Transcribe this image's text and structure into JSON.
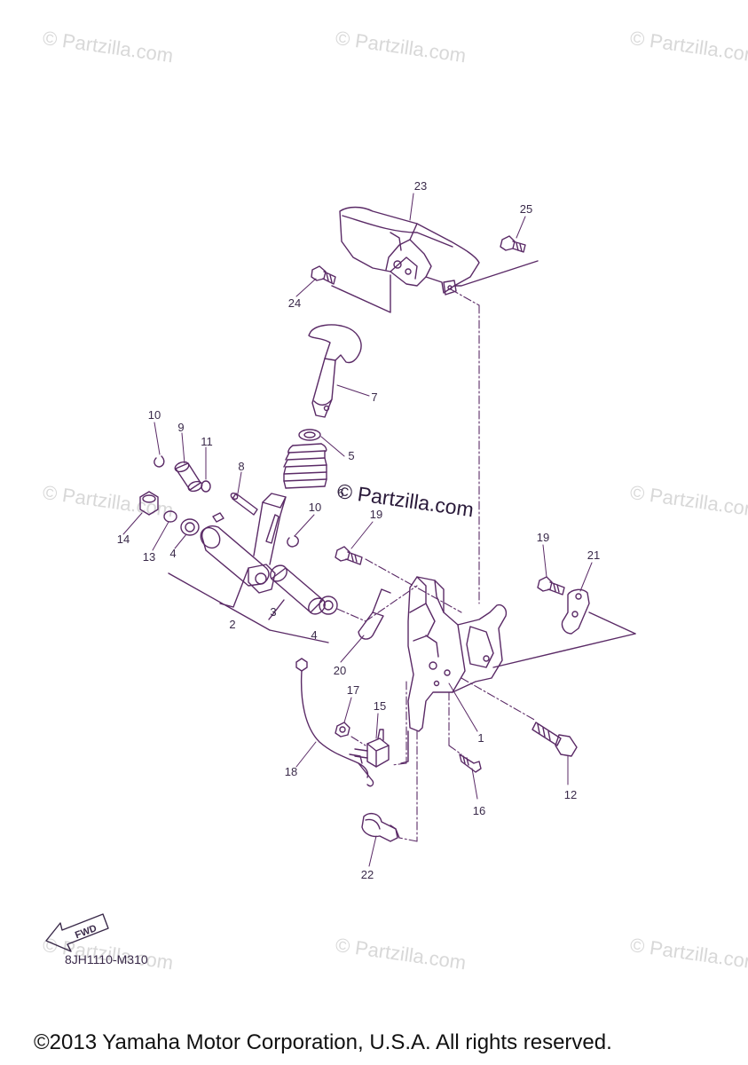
{
  "watermark_text": "© Partzilla.com",
  "diagram_code": "8JH1110-M310",
  "fwd_label": "FWD",
  "copyright": "©2013 Yamaha Motor Corporation, U.S.A. All rights reserved.",
  "colors": {
    "line": "#5a2a66",
    "watermark": "#d8d8d8"
  },
  "callouts": [
    {
      "id": "c23",
      "text": "23"
    },
    {
      "id": "c25",
      "text": "25"
    },
    {
      "id": "c24",
      "text": "24"
    },
    {
      "id": "c7",
      "text": "7"
    },
    {
      "id": "c10a",
      "text": "10"
    },
    {
      "id": "c9",
      "text": "9"
    },
    {
      "id": "c11",
      "text": "11"
    },
    {
      "id": "c8",
      "text": "8"
    },
    {
      "id": "c5",
      "text": "5"
    },
    {
      "id": "c6",
      "text": "6"
    },
    {
      "id": "c14",
      "text": "14"
    },
    {
      "id": "c13",
      "text": "13"
    },
    {
      "id": "c4a",
      "text": "4"
    },
    {
      "id": "c10b",
      "text": "10"
    },
    {
      "id": "c19a",
      "text": "19"
    },
    {
      "id": "c19b",
      "text": "19"
    },
    {
      "id": "c21",
      "text": "21"
    },
    {
      "id": "c2",
      "text": "2"
    },
    {
      "id": "c3",
      "text": "3"
    },
    {
      "id": "c4b",
      "text": "4"
    },
    {
      "id": "c20",
      "text": "20"
    },
    {
      "id": "c17",
      "text": "17"
    },
    {
      "id": "c15",
      "text": "15"
    },
    {
      "id": "c1",
      "text": "1"
    },
    {
      "id": "c18",
      "text": "18"
    },
    {
      "id": "c16",
      "text": "16"
    },
    {
      "id": "c12",
      "text": "12"
    },
    {
      "id": "c22",
      "text": "22"
    }
  ]
}
